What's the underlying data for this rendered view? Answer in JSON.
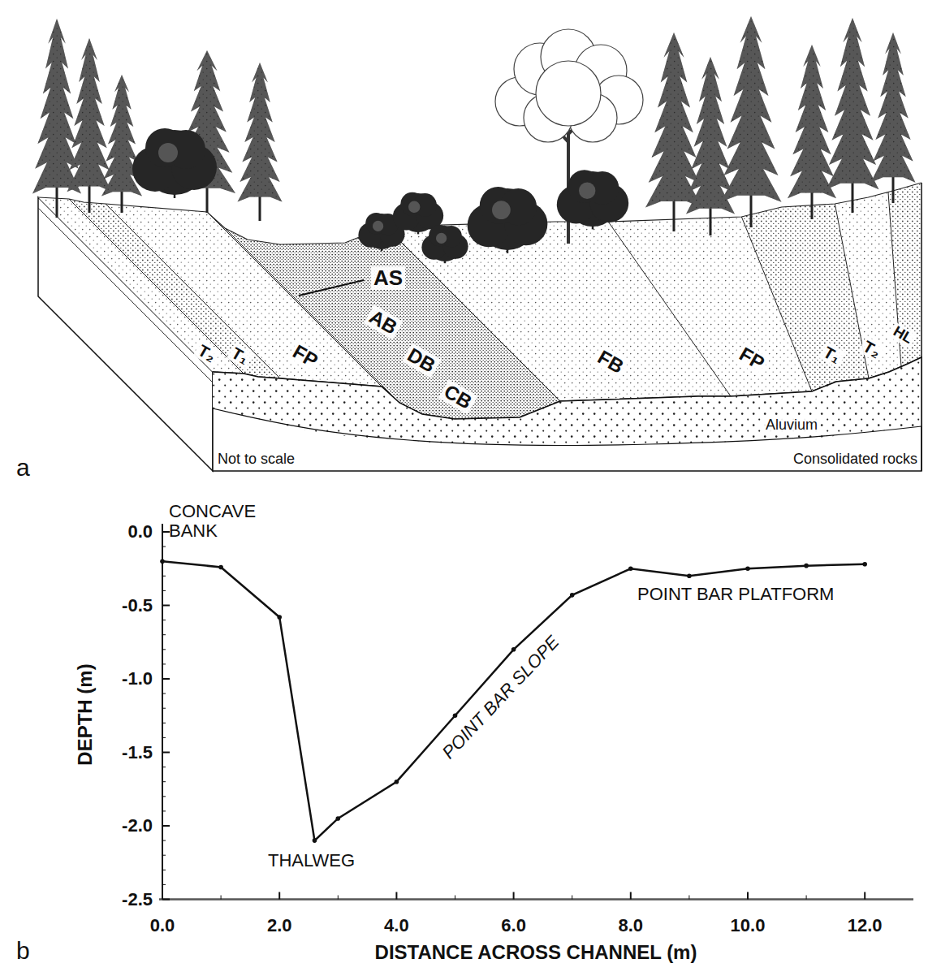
{
  "diagram": {
    "labels": [
      "AS",
      "AB",
      "DB",
      "CB",
      "T₂",
      "T₁",
      "FP",
      "FB",
      "FP",
      "T₁",
      "T₂",
      "HL",
      "Aluvium",
      "Not to scale",
      "Consolidated rocks",
      "a",
      "CONCAVE BANK",
      "POINT BAR PLATFORM",
      "POINT BAR SLOPE",
      "THALWEG",
      "DEPTH (m)",
      "DISTANCE ACROSS CHANNEL (m)",
      "0.0",
      "-0.5",
      "-1.0",
      "-1.5",
      "-2.0",
      "-2.5",
      "0.0",
      "2.0",
      "4.0",
      "6.0",
      "8.0",
      "10.0",
      "12.0",
      "b"
    ]
  }
}
